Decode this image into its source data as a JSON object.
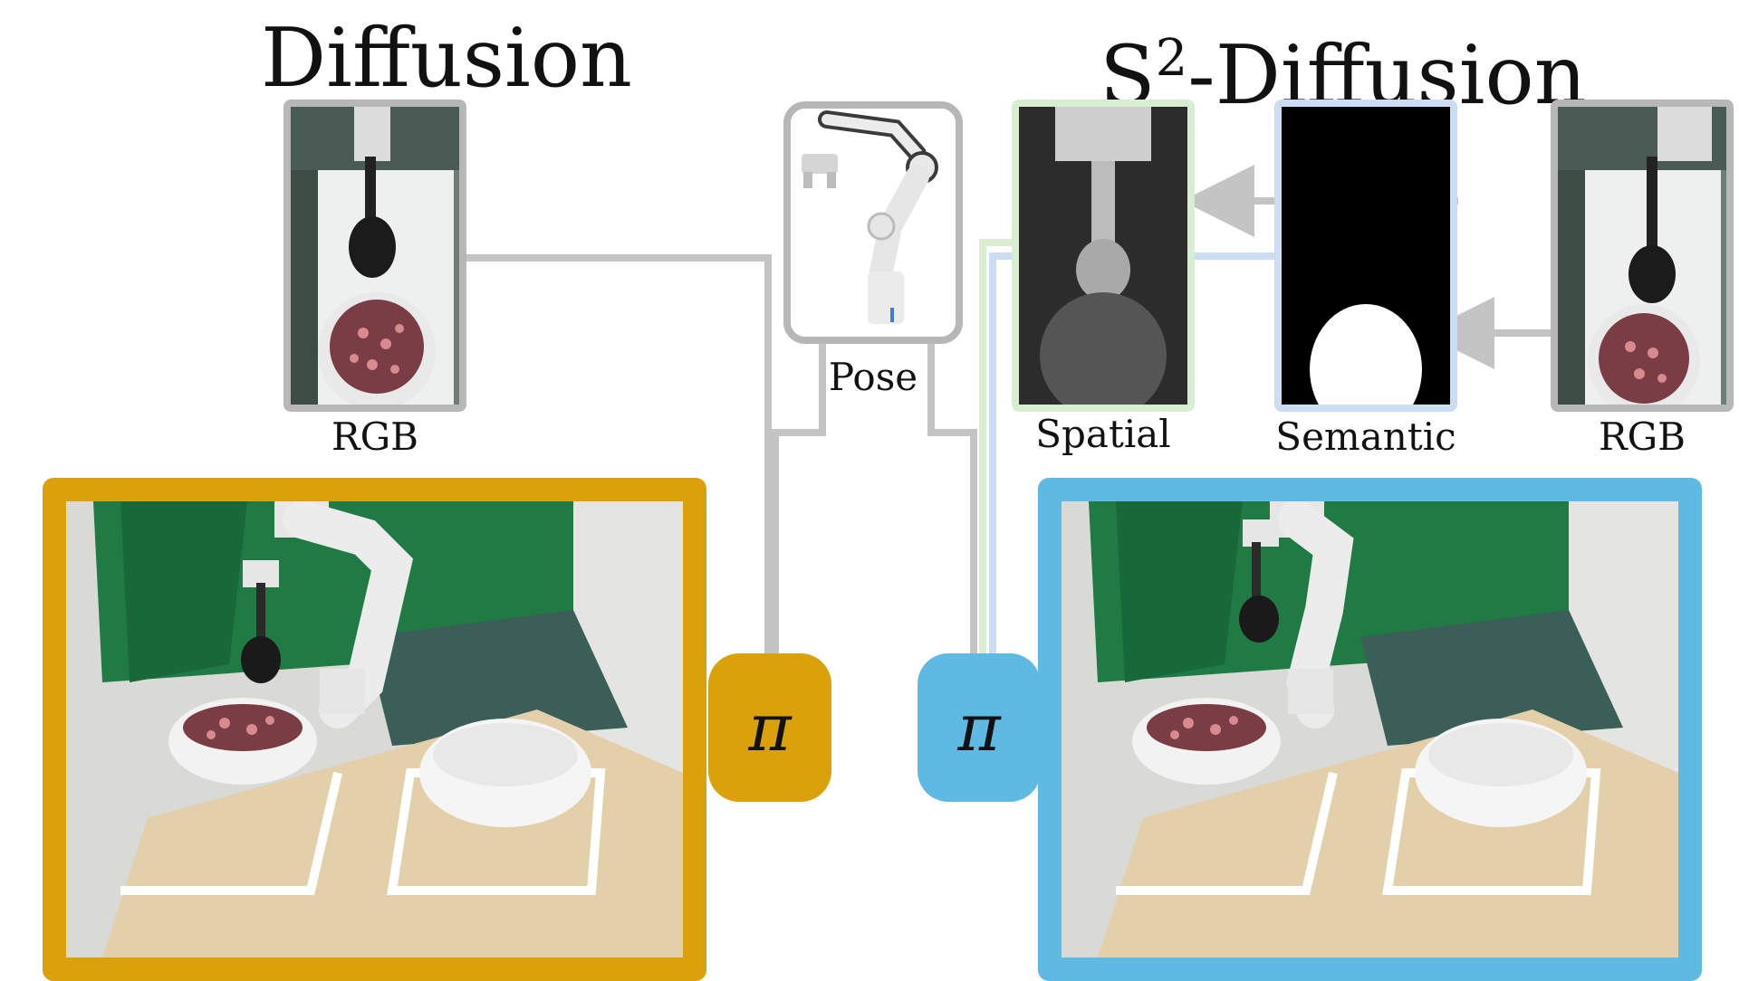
{
  "colors": {
    "diffusion": "#DBA10A",
    "s2": "#5FBAE3",
    "wire": "#C4C4C4",
    "spatial_border": "#D8EDD2",
    "semantic_border": "#CCDCF2"
  },
  "left": {
    "title": "Diffusion",
    "rgb_label": "RGB",
    "policy_symbol": "π"
  },
  "center": {
    "pose_label": "Pose"
  },
  "right": {
    "title_main": "S",
    "title_sup": "2",
    "title_rest": "-Diffusion",
    "spatial_label": "Spatial",
    "semantic_label": "Semantic",
    "rgb_label": "RGB",
    "policy_symbol": "π"
  }
}
